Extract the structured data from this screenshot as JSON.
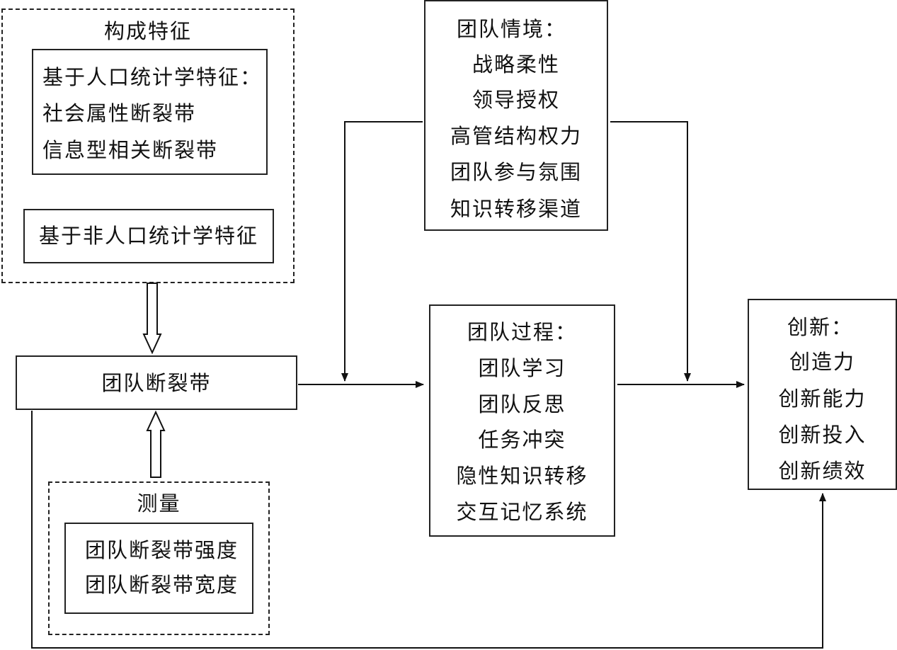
{
  "composition": {
    "title": "构成特征",
    "demographic": {
      "lines": [
        "基于人口统计学特征：",
        "社会属性断裂带",
        "信息型相关断裂带"
      ]
    },
    "non_demographic": {
      "label": "基于非人口统计学特征"
    }
  },
  "fault_line": {
    "label": "团队断裂带"
  },
  "measurement": {
    "title": "测量",
    "lines": [
      "团队断裂带强度",
      "团队断裂带宽度"
    ]
  },
  "context": {
    "lines": [
      "团队情境：",
      "战略柔性",
      "领导授权",
      "高管结构权力",
      "团队参与氛围",
      "知识转移渠道"
    ]
  },
  "process": {
    "lines": [
      "团队过程：",
      "团队学习",
      "团队反思",
      "任务冲突",
      "隐性知识转移",
      "交互记忆系统"
    ]
  },
  "innovation": {
    "lines": [
      "创新：",
      "创造力",
      "创新能力",
      "创新投入",
      "创新绩效"
    ]
  }
}
